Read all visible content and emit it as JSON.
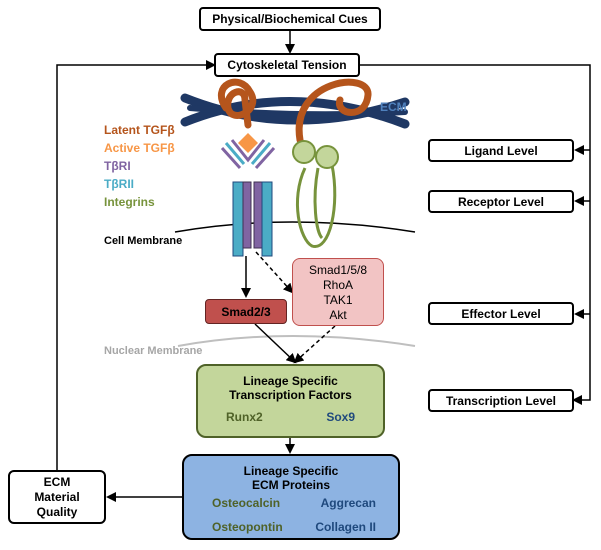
{
  "top_box": "Physical/Biochemical Cues",
  "tension_box": "Cytoskeletal Tension",
  "ecm_label": "ECM",
  "legend": [
    {
      "label": "Latent TGFβ",
      "color": "#b5551c"
    },
    {
      "label": "Active TGFβ",
      "color": "#f79646"
    },
    {
      "label": "TβRI",
      "color": "#8064a2"
    },
    {
      "label": "TβRII",
      "color": "#4bacc6"
    },
    {
      "label": "Integrins",
      "color": "#77933c"
    }
  ],
  "cell_membrane": "Cell Membrane",
  "nuclear_membrane": "Nuclear Membrane",
  "smad23": "Smad2/3",
  "effectors": [
    "Smad1/5/8",
    "RhoA",
    "TAK1",
    "Akt"
  ],
  "levels": {
    "ligand": "Ligand Level",
    "receptor": "Receptor Level",
    "effector": "Effector Level",
    "transcription": "Transcription Level"
  },
  "transcription": {
    "title_line1": "Lineage Specific",
    "title_line2": "Transcription Factors",
    "left": "Runx2",
    "right": "Sox9"
  },
  "ecm_proteins": {
    "title_line1": "Lineage Specific",
    "title_line2": "ECM Proteins",
    "left": [
      "Osteocalcin",
      "Osteopontin"
    ],
    "right": [
      "Aggrecan",
      "Collagen II"
    ]
  },
  "ecm_quality": [
    "ECM",
    "Material",
    "Quality"
  ],
  "colors": {
    "ecm_fiber": "#1f3864",
    "smad_fill": "#c0504d",
    "effector_fill": "#f2c4c4",
    "tf_fill": "#c3d69b",
    "ecm_fill": "#8db3e2",
    "green_text": "#4f6228",
    "blue_text": "#1f497d"
  }
}
